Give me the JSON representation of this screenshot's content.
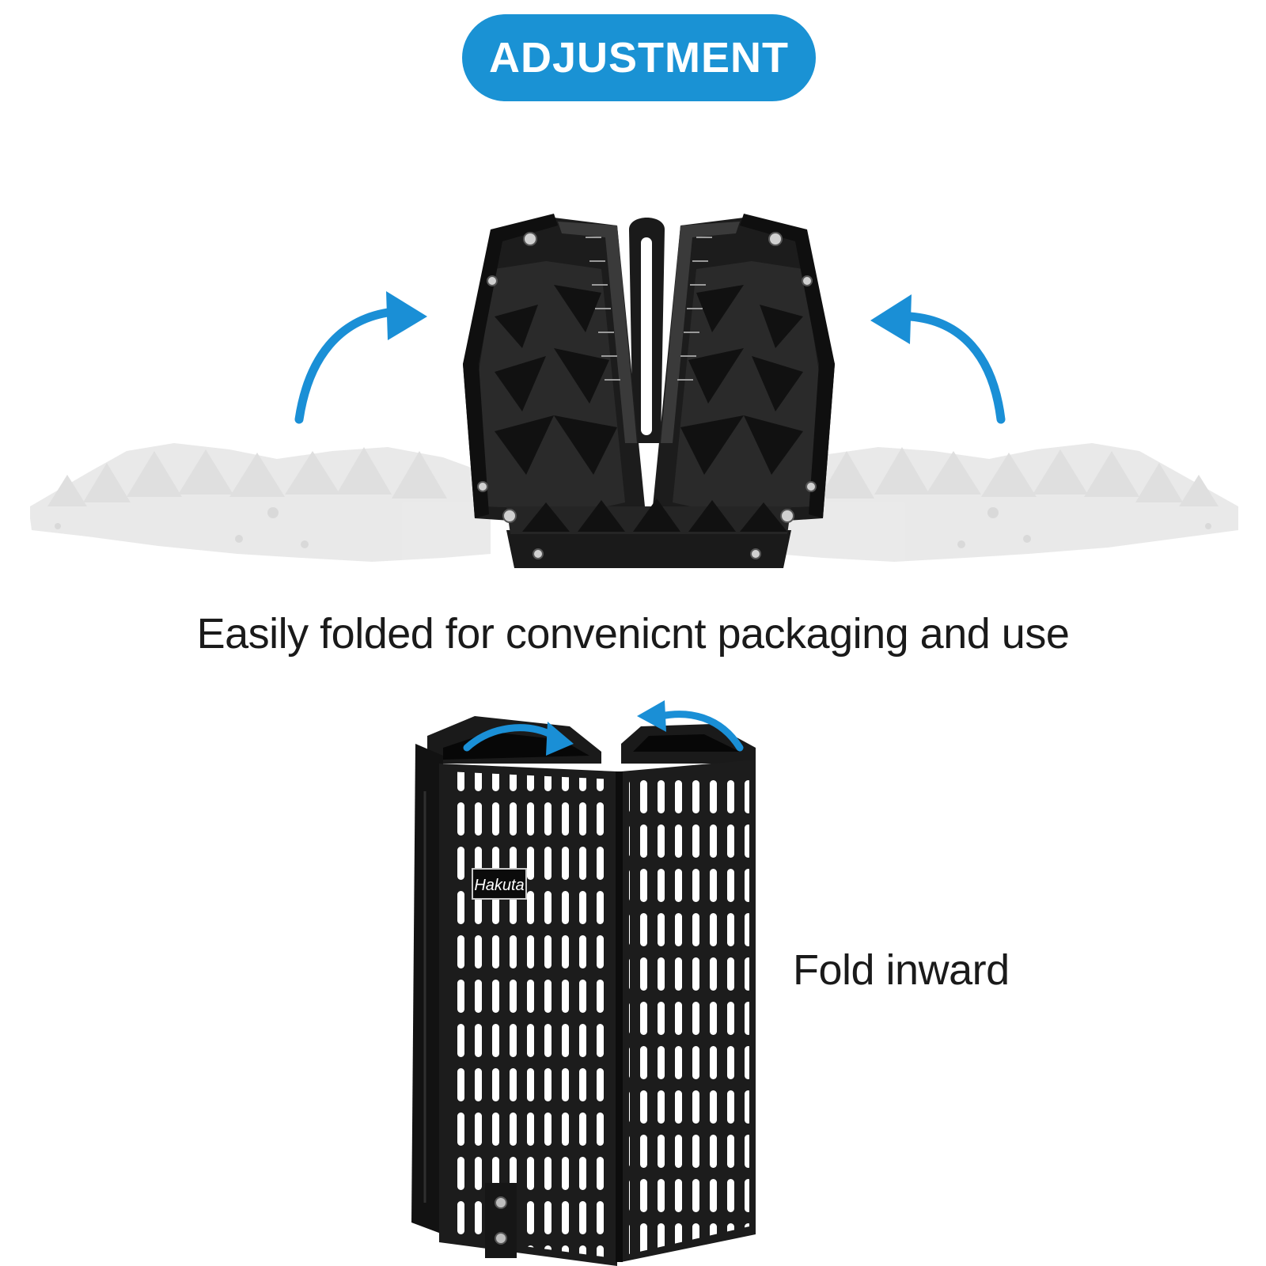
{
  "header": {
    "title": "ADJUSTMENT",
    "pill_color": "#1a92d4"
  },
  "captions": {
    "folded": "Easily folded for convenicnt packaging and use",
    "fold_inward": "Fold inward"
  },
  "logo": {
    "brand": "Hakuta"
  },
  "colors": {
    "arrow": "#1a8fd6",
    "panel": "#1b1b1b",
    "foam": "#2a2a2a",
    "ghost_panel": "#e6e6e6"
  },
  "icons": {
    "left_arrow": "curved-arrow-icon",
    "right_arrow": "curved-arrow-icon"
  }
}
